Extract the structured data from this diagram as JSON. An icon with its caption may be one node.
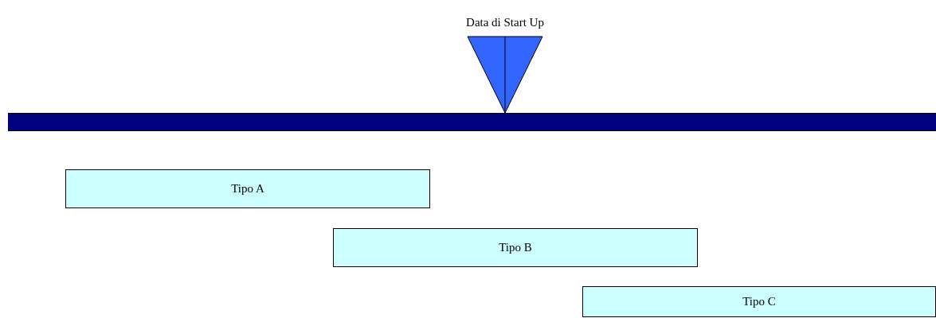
{
  "diagram": {
    "nodes": [
      {
        "text": [],
        "shape": "triangle",
        "beside": [
          "Data di Start Up"
        ]
      },
      {
        "text": [],
        "shape": "bar"
      },
      {
        "text": [
          "Tipo A"
        ]
      },
      {
        "text": [
          "Tipo B"
        ]
      },
      {
        "text": [
          "Tipo C"
        ]
      }
    ]
  }
}
